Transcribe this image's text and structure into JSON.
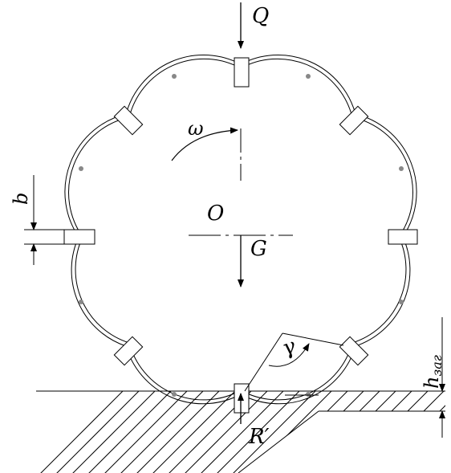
{
  "diagram": {
    "labels": {
      "load": "Q",
      "angular_velocity": "ω",
      "center": "O",
      "gravity": "G",
      "reaction": "R′",
      "gamma": "γ",
      "height": "h",
      "height_subscript": "заг",
      "width": "b"
    },
    "colors": {
      "ink": "#000000",
      "hinge_dot": "#888888",
      "background": "#ffffff"
    }
  }
}
